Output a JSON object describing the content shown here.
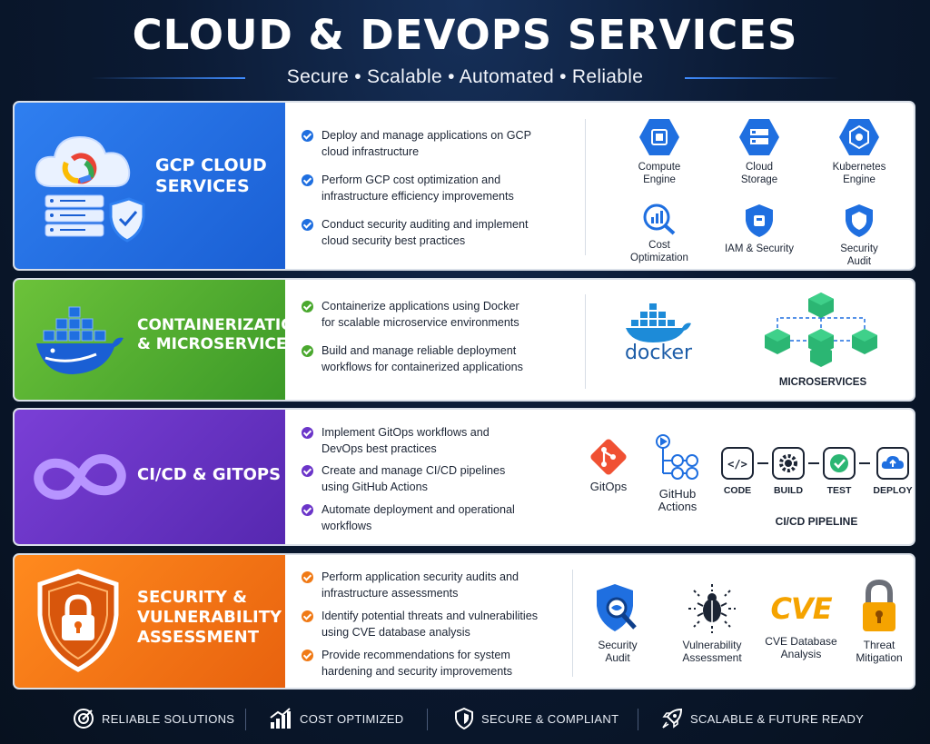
{
  "header": {
    "title": "CLOUD & DEVOPS SERVICES",
    "subtitle": "Secure • Scalable • Automated • Reliable"
  },
  "sections": [
    {
      "title_line1": "GCP CLOUD",
      "title_line2": "SERVICES",
      "accent": "#1f6fe0",
      "bullets": [
        {
          "line1": "Deploy and manage applications on GCP",
          "line2": "cloud infrastructure"
        },
        {
          "line1": "Perform GCP cost optimization and",
          "line2": "infrastructure efficiency improvements"
        },
        {
          "line1": "Conduct security auditing and implement",
          "line2": "cloud security best practices"
        }
      ],
      "icons": [
        {
          "icon": "compute-engine-icon",
          "line1": "Compute",
          "line2": "Engine"
        },
        {
          "icon": "cloud-storage-icon",
          "line1": "Cloud",
          "line2": "Storage"
        },
        {
          "icon": "kubernetes-engine-icon",
          "line1": "Kubernetes",
          "line2": "Engine"
        },
        {
          "icon": "cost-optimization-icon",
          "line1": "Cost",
          "line2": "Optimization"
        },
        {
          "icon": "iam-security-icon",
          "line1": "IAM & Security",
          "line2": ""
        },
        {
          "icon": "security-audit-icon",
          "line1": "Security",
          "line2": "Audit"
        }
      ]
    },
    {
      "title_line1": "CONTAINERIZATION",
      "title_line2": "& MICROSERVICES",
      "accent": "#4aa82e",
      "bullets": [
        {
          "line1": "Containerize applications using Docker",
          "line2": "for scalable microservice environments"
        },
        {
          "line1": "Build and manage reliable deployment",
          "line2": "workflows for containerized applications"
        }
      ],
      "docker_wordmark": "docker",
      "microservices_label": "MICROSERVICES"
    },
    {
      "title_line1": "CI/CD & GITOPS",
      "title_line2": "",
      "accent": "#6b35c9",
      "bullets": [
        {
          "line1": "Implement GitOps workflows and",
          "line2": "DevOps best practices"
        },
        {
          "line1": "Create and manage CI/CD pipelines",
          "line2": "using GitHub Actions"
        },
        {
          "line1": "Automate deployment and operational",
          "line2": "workflows"
        }
      ],
      "gitops_label": "GitOps",
      "github_actions_line1": "GitHub",
      "github_actions_line2": "Actions",
      "pipeline_steps": [
        "CODE",
        "BUILD",
        "TEST",
        "DEPLOY"
      ],
      "pipeline_label": "CI/CD PIPELINE"
    },
    {
      "title_line1": "SECURITY &",
      "title_line2": "VULNERABILITY",
      "title_line3": "ASSESSMENT",
      "accent": "#f07a16",
      "bullets": [
        {
          "line1": "Perform application security audits and",
          "line2": "infrastructure assessments"
        },
        {
          "line1": "Identify potential threats and vulnerabilities",
          "line2": "using CVE database analysis"
        },
        {
          "line1": "Provide recommendations for system",
          "line2": "hardening and security improvements"
        }
      ],
      "cve_mark": "CVE",
      "icons": [
        {
          "icon": "security-audit-icon",
          "line1": "Security",
          "line2": "Audit"
        },
        {
          "icon": "bug-icon",
          "line1": "Vulnerability",
          "line2": "Assessment"
        },
        {
          "icon": "cve-icon",
          "line1": "CVE Database",
          "line2": "Analysis"
        },
        {
          "icon": "padlock-icon",
          "line1": "Threat",
          "line2": "Mitigation"
        }
      ]
    }
  ],
  "footer": [
    {
      "icon": "target-icon",
      "label": "RELIABLE SOLUTIONS"
    },
    {
      "icon": "growth-chart-icon",
      "label": "COST OPTIMIZED"
    },
    {
      "icon": "shield-icon",
      "label": "SECURE & COMPLIANT"
    },
    {
      "icon": "rocket-icon",
      "label": "SCALABLE & FUTURE READY"
    }
  ]
}
